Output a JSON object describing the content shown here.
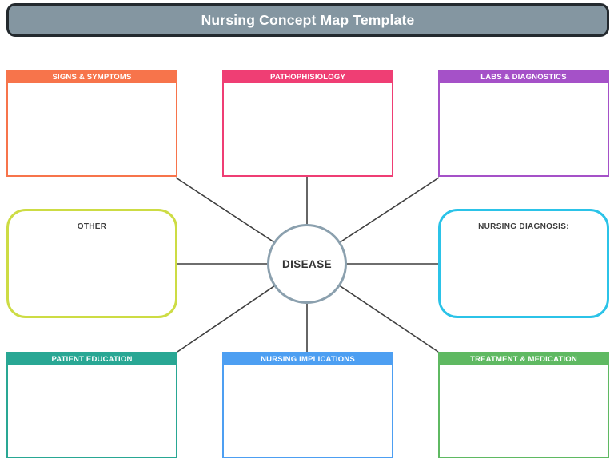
{
  "title": "Nursing Concept Map Template",
  "title_bar": {
    "fill": "#8496A1",
    "border": "#23292E",
    "text_color": "#FFFFFF"
  },
  "center": {
    "label": "DISEASE",
    "border_color": "#8BA0AE"
  },
  "connector_color": "#3F3F3F",
  "nodes": [
    {
      "id": "signs-symptoms",
      "label": "SIGNS & SYMPTOMS",
      "color": "#F7744B",
      "style": "header"
    },
    {
      "id": "pathophisiology",
      "label": "PATHOPHISIOLOGY",
      "color": "#EF3E74",
      "style": "header"
    },
    {
      "id": "labs-diagnostics",
      "label": "LABS & DIAGNOSTICS",
      "color": "#A551C8",
      "style": "header"
    },
    {
      "id": "other",
      "label": "OTHER",
      "color": "#CDDC44",
      "style": "outline"
    },
    {
      "id": "nursing-diagnosis",
      "label": "NURSING DIAGNOSIS:",
      "color": "#2BC3E8",
      "style": "outline"
    },
    {
      "id": "patient-education",
      "label": "PATIENT EDUCATION",
      "color": "#29A794",
      "style": "header"
    },
    {
      "id": "nursing-implications",
      "label": "NURSING IMPLICATIONS",
      "color": "#4D9FF2",
      "style": "header"
    },
    {
      "id": "treatment-medication",
      "label": "TREATMENT & MEDICATION",
      "color": "#5FB962",
      "style": "header"
    }
  ]
}
